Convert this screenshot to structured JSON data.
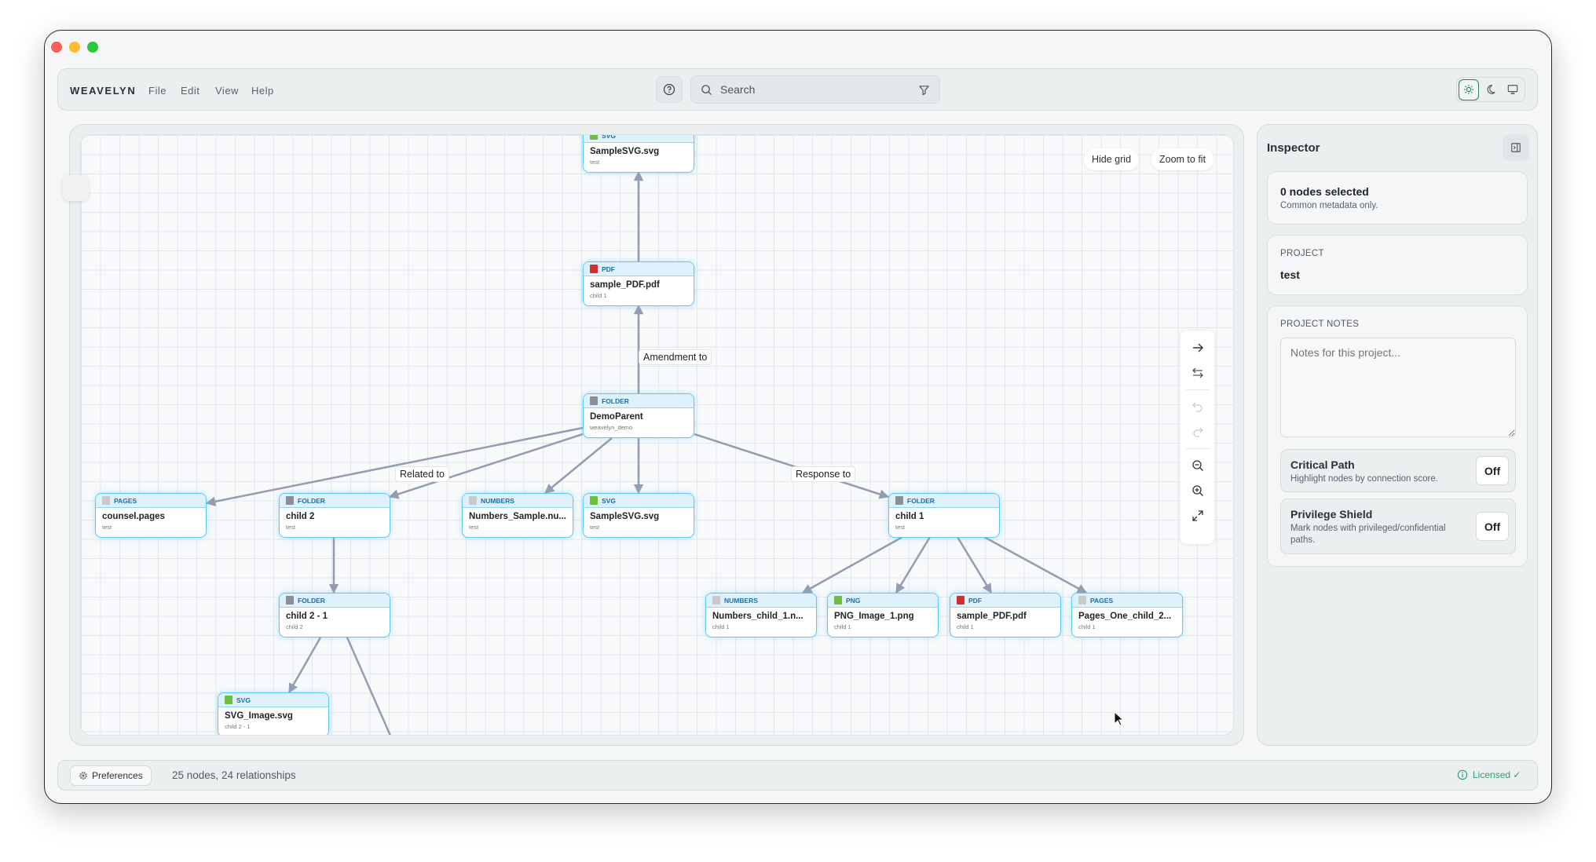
{
  "app": {
    "name": "WEAVELYN",
    "menu": [
      "File",
      "Edit",
      "View",
      "Help"
    ]
  },
  "search": {
    "placeholder": "Search"
  },
  "theme": {
    "options": [
      "light",
      "dark",
      "system"
    ],
    "selected": "light"
  },
  "canvas": {
    "hide_grid_label": "Hide grid",
    "zoom_to_fit_label": "Zoom to fit",
    "nodes": [
      {
        "type": "SVG",
        "name": "SampleSVG.svg",
        "sub": "test"
      },
      {
        "type": "PDF",
        "name": "sample_PDF.pdf",
        "sub": "child 1"
      },
      {
        "type": "FOLDER",
        "name": "DemoParent",
        "sub": "weavelyn_demo"
      },
      {
        "type": "PAGES",
        "name": "counsel.pages",
        "sub": "test"
      },
      {
        "type": "FOLDER",
        "name": "child 2",
        "sub": "test"
      },
      {
        "type": "NUMBERS",
        "name": "Numbers_Sample.nu...",
        "sub": "test"
      },
      {
        "type": "SVG",
        "name": "SampleSVG.svg",
        "sub": "test"
      },
      {
        "type": "FOLDER",
        "name": "child 1",
        "sub": "test"
      },
      {
        "type": "FOLDER",
        "name": "child 2 - 1",
        "sub": "child 2"
      },
      {
        "type": "NUMBERS",
        "name": "Numbers_child_1.n...",
        "sub": "child 1"
      },
      {
        "type": "PNG",
        "name": "PNG_Image_1.png",
        "sub": "child 1"
      },
      {
        "type": "PDF",
        "name": "sample_PDF.pdf",
        "sub": "child 1"
      },
      {
        "type": "PAGES",
        "name": "Pages_One_child_2...",
        "sub": "child 1"
      },
      {
        "type": "SVG",
        "name": "SVG_Image.svg",
        "sub": "child 2 - 1"
      }
    ],
    "edge_labels": [
      "Amendment to",
      "Related to",
      "Response to"
    ],
    "type_colors": {
      "FOLDER": "#8a8f96",
      "PDF": "#d32f2f",
      "SVG": "#6cbf3a",
      "PNG": "#6cbf3a",
      "PAGES": "#c9c9c9",
      "NUMBERS": "#c9c9c9"
    },
    "toolbar_icons": [
      "arrow-right-icon",
      "swap-arrows-icon",
      "undo-icon",
      "redo-icon",
      "zoom-out-icon",
      "zoom-in-icon",
      "expand-icon"
    ]
  },
  "inspector": {
    "title": "Inspector",
    "selection_title": "0 nodes selected",
    "selection_sub": "Common metadata only.",
    "project_caption": "PROJECT",
    "project_name": "test",
    "notes_caption": "PROJECT NOTES",
    "notes_placeholder": "Notes for this project...",
    "critical_path": {
      "title": "Critical Path",
      "desc": "Highlight nodes by connection score.",
      "state": "Off"
    },
    "privilege_shield": {
      "title": "Privilege Shield",
      "desc": "Mark nodes with privileged/confidential paths.",
      "state": "Off"
    }
  },
  "footer": {
    "preferences_label": "Preferences",
    "stats": "25 nodes, 24 relationships",
    "license": "Licensed ✓",
    "license_color": "#2e9e6a"
  }
}
